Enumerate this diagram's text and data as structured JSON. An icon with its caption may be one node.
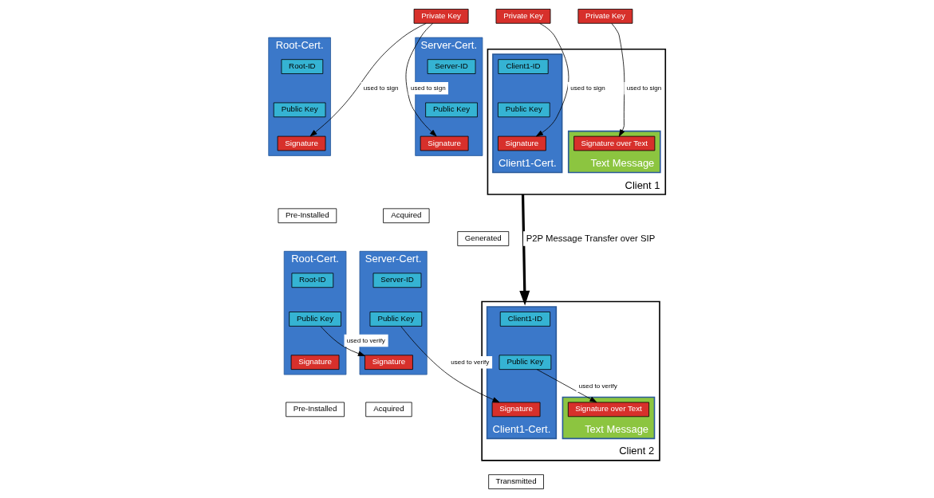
{
  "diagram": {
    "nodes": [
      {
        "text": [
          "Private Key"
        ]
      },
      {
        "text": [
          "Private Key"
        ]
      },
      {
        "text": [
          "Root-Cert."
        ]
      },
      {
        "text": [
          "Root-ID"
        ],
        "in": 2
      },
      {
        "text": [
          "Public Key"
        ],
        "in": 2
      },
      {
        "text": [
          "Signature"
        ],
        "in": 2
      },
      {
        "text": [
          "Server-Cert."
        ]
      },
      {
        "text": [
          "Server-ID"
        ],
        "in": 6
      },
      {
        "text": [
          "Public Key"
        ],
        "in": 6
      },
      {
        "text": [
          "Signature"
        ],
        "in": 6
      },
      {
        "text": [],
        "shape": "box",
        "beside": [
          "Client 1"
        ]
      },
      {
        "text": [
          "Private Key"
        ]
      },
      {
        "text": [
          "Client1-Cert."
        ],
        "in": 10
      },
      {
        "text": [
          "Client1-ID"
        ],
        "in": 12
      },
      {
        "text": [
          "Public Key"
        ],
        "in": 12
      },
      {
        "text": [
          "Signature"
        ],
        "in": 12
      },
      {
        "text": [
          "Text Message"
        ],
        "in": 10
      },
      {
        "text": [
          "Signature over Text"
        ],
        "in": 16
      },
      {
        "text": [
          "Pre-Installed"
        ]
      },
      {
        "text": [
          "Acquired"
        ]
      },
      {
        "text": [
          "Generated"
        ]
      },
      {
        "text": [
          "Root-Cert."
        ]
      },
      {
        "text": [
          "Root-ID"
        ],
        "in": 21
      },
      {
        "text": [
          "Public Key"
        ],
        "in": 21
      },
      {
        "text": [
          "Signature"
        ],
        "in": 21
      },
      {
        "text": [
          "Server-Cert."
        ]
      },
      {
        "text": [
          "Server-ID"
        ],
        "in": 25
      },
      {
        "text": [
          "Public Key"
        ],
        "in": 25
      },
      {
        "text": [
          "Signature"
        ],
        "in": 25
      },
      {
        "text": [],
        "shape": "box",
        "beside": [
          "Client 2"
        ]
      },
      {
        "text": [
          "Client1-Cert."
        ],
        "in": 29
      },
      {
        "text": [
          "Client1-ID"
        ],
        "in": 30
      },
      {
        "text": [
          "Public Key"
        ],
        "in": 30
      },
      {
        "text": [
          "Signature"
        ],
        "in": 30
      },
      {
        "text": [
          "Text Message"
        ],
        "in": 29
      },
      {
        "text": [
          "Signature over Text"
        ],
        "in": 34
      },
      {
        "text": [
          "Pre-Installed"
        ]
      },
      {
        "text": [
          "Acquired"
        ]
      },
      {
        "text": [
          "Transmitted"
        ]
      }
    ],
    "edges": [
      {
        "from": 0,
        "to": 5,
        "arrow": "to",
        "label": "used to sign"
      },
      {
        "from": 0,
        "to": 9,
        "arrow": "to",
        "label": "used to sign"
      },
      {
        "from": 1,
        "to": 15,
        "arrow": "to",
        "label": "used to sign"
      },
      {
        "from": 11,
        "to": 17,
        "arrow": "to",
        "label": "used to sign"
      },
      {
        "from": 10,
        "to": 29,
        "arrow": "to",
        "label": "P2P Message Transfer over SIP",
        "style": "thick"
      },
      {
        "from": 23,
        "to": 28,
        "arrow": "to",
        "label": "used to verify"
      },
      {
        "from": 27,
        "to": 33,
        "arrow": "to",
        "label": "used to verify"
      },
      {
        "from": 32,
        "to": 35,
        "arrow": "to",
        "label": "used to verify"
      }
    ]
  }
}
